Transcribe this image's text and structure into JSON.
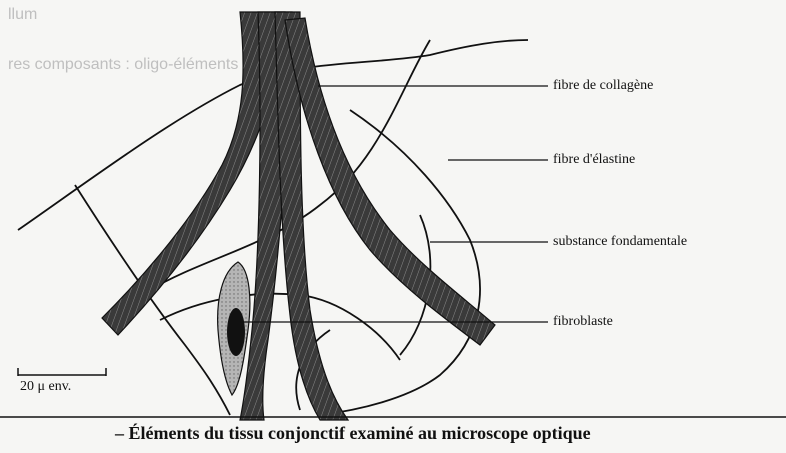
{
  "labels": {
    "collagen": "fibre de collagène",
    "elastin": "fibre d'élastine",
    "ground_substance": "substance fondamentale",
    "fibroblast": "fibroblaste"
  },
  "scale_bar": {
    "label": "20 μ env."
  },
  "caption": "– Éléments du tissu conjonctif examiné au microscope optique",
  "bleed_through": {
    "line1": "llum",
    "line2": "res composants : oligo-éléments"
  },
  "colors": {
    "ink": "#111111",
    "fiber_fill": "#3a3a3a",
    "background": "#f6f6f4"
  }
}
